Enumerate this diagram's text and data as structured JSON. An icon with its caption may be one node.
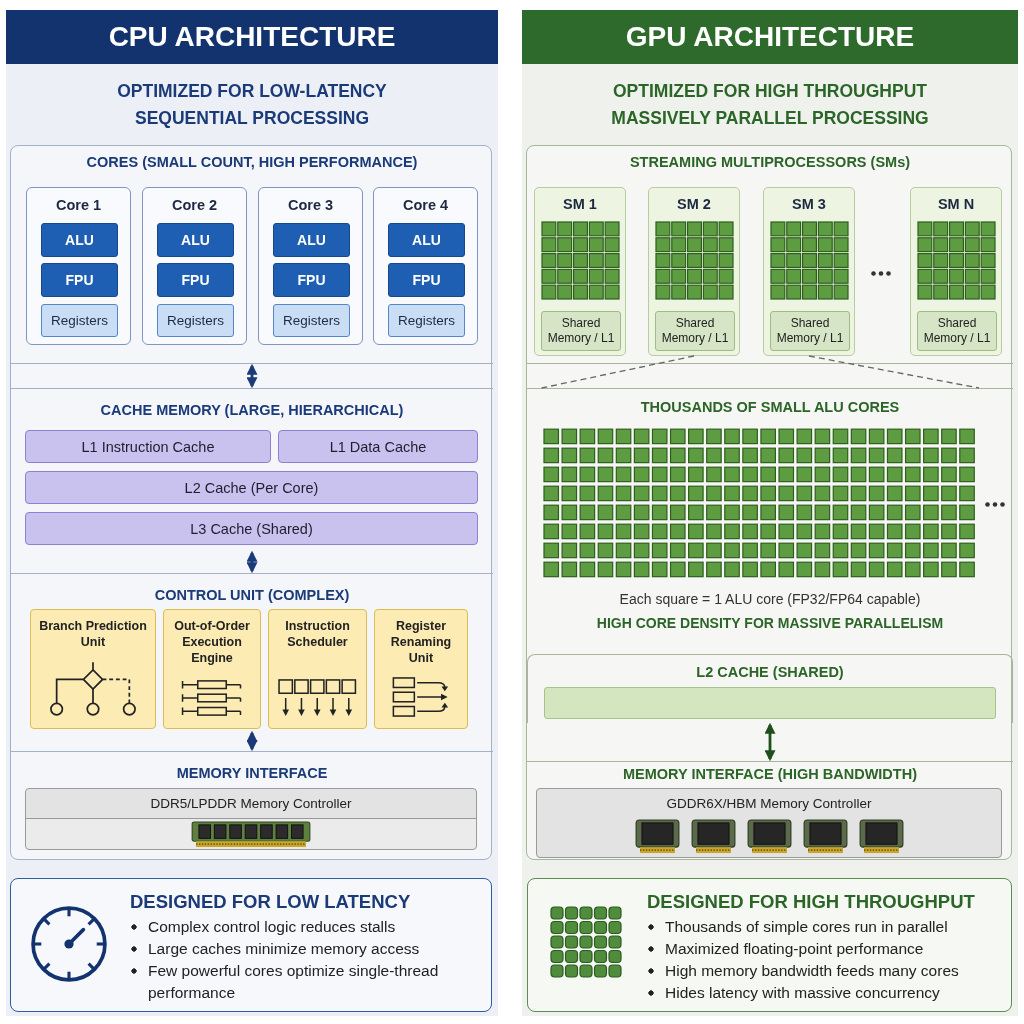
{
  "diagram": {
    "nodes": [
      {
        "text": [
          "CPU ARCHITECTURE",
          "OPTIMIZED FOR LOW-LATENCY SEQUENTIAL PROCESSING"
        ]
      },
      {
        "text": [],
        "shape": "box",
        "in": 0
      },
      {
        "text": [
          "CORES (SMALL COUNT, HIGH PERFORMANCE)"
        ],
        "in": 1
      },
      {
        "text": [
          "Core 1"
        ],
        "in": 2
      },
      {
        "text": [
          "ALU"
        ],
        "in": 3
      },
      {
        "text": [
          "FPU"
        ],
        "in": 3
      },
      {
        "text": [
          "Registers"
        ],
        "in": 3
      },
      {
        "text": [
          "Core 2"
        ],
        "in": 2
      },
      {
        "text": [
          "ALU"
        ],
        "in": 7
      },
      {
        "text": [
          "FPU"
        ],
        "in": 7
      },
      {
        "text": [
          "Registers"
        ],
        "in": 7
      },
      {
        "text": [
          "Core 3"
        ],
        "in": 2
      },
      {
        "text": [
          "ALU"
        ],
        "in": 11
      },
      {
        "text": [
          "FPU"
        ],
        "in": 11
      },
      {
        "text": [
          "Registers"
        ],
        "in": 11
      },
      {
        "text": [
          "Core 4"
        ],
        "in": 2
      },
      {
        "text": [
          "ALU"
        ],
        "in": 15
      },
      {
        "text": [
          "FPU"
        ],
        "in": 15
      },
      {
        "text": [
          "Registers"
        ],
        "in": 15
      },
      {
        "text": [
          "CACHE MEMORY (LARGE, HIERARCHICAL)"
        ],
        "in": 1
      },
      {
        "text": [
          "L1 Instruction Cache"
        ],
        "in": 19
      },
      {
        "text": [
          "L1 Data Cache"
        ],
        "in": 19
      },
      {
        "text": [
          "L2 Cache (Per Core)"
        ],
        "in": 19
      },
      {
        "text": [
          "L3 Cache (Shared)"
        ],
        "in": 19
      },
      {
        "text": [
          "CONTROL UNIT (COMPLEX)"
        ],
        "in": 1
      },
      {
        "text": [
          "Branch Prediction Unit"
        ],
        "in": 24
      },
      {
        "text": [
          "Out-of-Order Execution Engine"
        ],
        "in": 24
      },
      {
        "text": [
          "Instruction Scheduler"
        ],
        "in": 24
      },
      {
        "text": [
          "Register Renaming Unit"
        ],
        "in": 24
      },
      {
        "text": [
          "MEMORY INTERFACE"
        ],
        "in": 1
      },
      {
        "text": [
          "DDR5/LPDDR Memory Controller"
        ],
        "in": 29
      },
      {
        "text": [
          "DESIGNED FOR LOW LATENCY",
          "Complex control logic reduces stalls",
          "Large caches minimize memory access",
          "Few powerful cores optimize single-thread performance"
        ],
        "in": 0
      },
      {
        "text": [
          "GPU ARCHITECTURE",
          "OPTIMIZED FOR HIGH THROUGHPUT MASSIVELY PARALLEL PROCESSING"
        ]
      },
      {
        "text": [],
        "shape": "box",
        "in": 32
      },
      {
        "text": [
          "STREAMING MULTIPROCESSORS (SMs)"
        ],
        "in": 33
      },
      {
        "text": [
          "SM 1"
        ],
        "in": 34
      },
      {
        "text": [
          "Shared Memory / L1"
        ],
        "in": 35
      },
      {
        "text": [
          "SM 2"
        ],
        "in": 34
      },
      {
        "text": [
          "Shared Memory / L1"
        ],
        "in": 37
      },
      {
        "text": [
          "SM 3"
        ],
        "in": 34
      },
      {
        "text": [
          "Shared Memory / L1"
        ],
        "in": 39
      },
      {
        "text": [
          "SM N"
        ],
        "in": 34
      },
      {
        "text": [
          "Shared Memory / L1"
        ],
        "in": 41
      },
      {
        "text": [
          "THOUSANDS OF SMALL ALU CORES",
          "Each square = 1 ALU core (FP32/FP64 capable)",
          "HIGH CORE DENSITY FOR MASSIVE PARALLELISM"
        ],
        "in": 33
      },
      {
        "text": [
          "L2 CACHE (SHARED)"
        ],
        "in": 33
      },
      {
        "text": [],
        "shape": "bar",
        "in": 44
      },
      {
        "text": [
          "MEMORY INTERFACE (HIGH BANDWIDTH)"
        ],
        "in": 33
      },
      {
        "text": [
          "GDDR6X/HBM Memory Controller"
        ],
        "in": 46
      },
      {
        "text": [
          "DESIGNED FOR HIGH THROUGHPUT",
          "Thousands of simple cores run in parallel",
          "Maximized floating-point performance",
          "High memory bandwidth feeds many cores",
          "Hides latency with massive concurrency"
        ],
        "in": 32
      }
    ],
    "edges": [
      {
        "from": 2,
        "to": 19,
        "arrow": "both"
      },
      {
        "from": 19,
        "to": 24,
        "arrow": "both"
      },
      {
        "from": 24,
        "to": 29,
        "arrow": "both"
      },
      {
        "from": 37,
        "to": 43,
        "arrow": "none",
        "style": "dashed",
        "color": "#666666"
      },
      {
        "from": 39,
        "to": 43,
        "arrow": "none",
        "style": "dashed",
        "color": "#666666"
      },
      {
        "from": 44,
        "to": 46,
        "arrow": "both",
        "color": "#1f4f1c"
      }
    ]
  }
}
